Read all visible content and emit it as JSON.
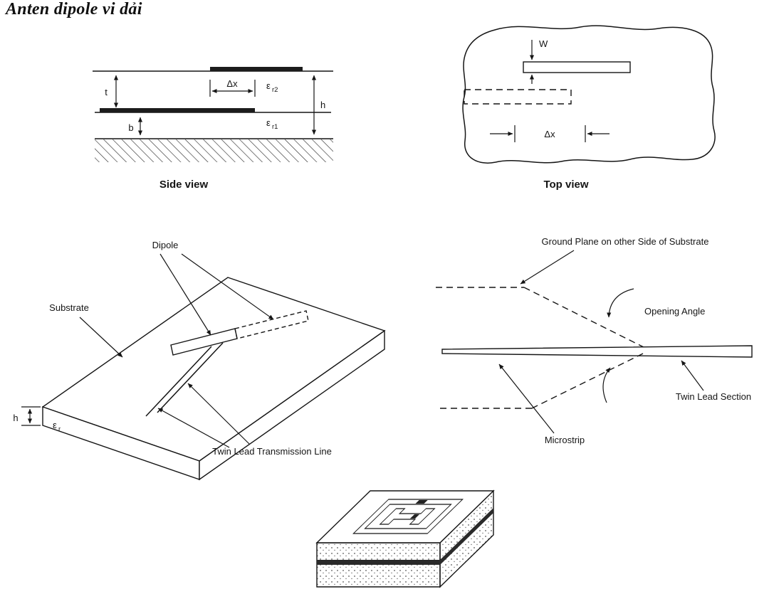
{
  "page": {
    "title": "Anten dipole vi dải"
  },
  "side_view": {
    "caption": "Side view",
    "t": "t",
    "b": "b",
    "h": "h",
    "dx": "Δx",
    "epsilon": "ε",
    "er2_sub": "r2",
    "er1_sub": "r1"
  },
  "top_view": {
    "caption": "Top view",
    "w": "W",
    "dx": "Δx"
  },
  "printed_dipole": {
    "dipole_label": "Dipole",
    "substrate_label": "Substrate",
    "h": "h",
    "epsilon": "ε",
    "er_sub": "r",
    "twin_lead_label": "Twin Lead Transmission Line"
  },
  "flared_feed": {
    "ground_plane_label": "Ground Plane on other Side of Substrate",
    "opening_angle_label": "Opening Angle",
    "microstrip_label": "Microstrip",
    "twin_lead_section_label": "Twin Lead Section"
  }
}
